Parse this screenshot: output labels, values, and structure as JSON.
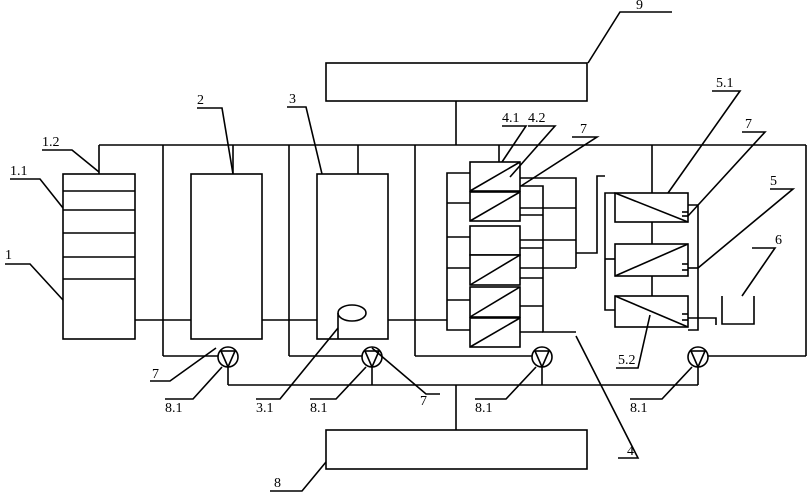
{
  "diagram": {
    "labels": {
      "l1": "1",
      "l1_1": "1.1",
      "l1_2": "1.2",
      "l2": "2",
      "l3": "3",
      "l3_1": "3.1",
      "l4": "4",
      "l4_1": "4.1",
      "l4_2": "4.2",
      "l5": "5",
      "l5_1": "5.1",
      "l5_2": "5.2",
      "l6": "6",
      "l7a": "7",
      "l7b": "7",
      "l7c": "7",
      "l7d": "7",
      "l8": "8",
      "l8_1a": "8.1",
      "l8_1b": "8.1",
      "l8_1c": "8.1",
      "l8_1d": "8.1",
      "l9": "9"
    }
  }
}
